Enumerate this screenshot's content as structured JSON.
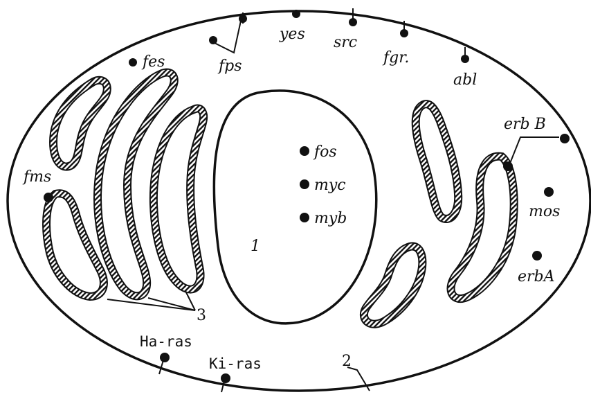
{
  "diagram": {
    "region_numbers": {
      "nucleus": "1",
      "membrane": "2",
      "reticulum": "3"
    },
    "labels": {
      "fes": "fes",
      "fps": "fps",
      "yes": "yes",
      "src": "src",
      "fgr": "fgr.",
      "abl": "abl",
      "erbB": "erb B",
      "fms": "fms",
      "fos": "fos",
      "myc": "myc",
      "myb": "myb",
      "mos": "mos",
      "erbA": "erbA",
      "Ha_ras": "Ha-ras",
      "Ki_ras": "Ki-ras"
    }
  }
}
